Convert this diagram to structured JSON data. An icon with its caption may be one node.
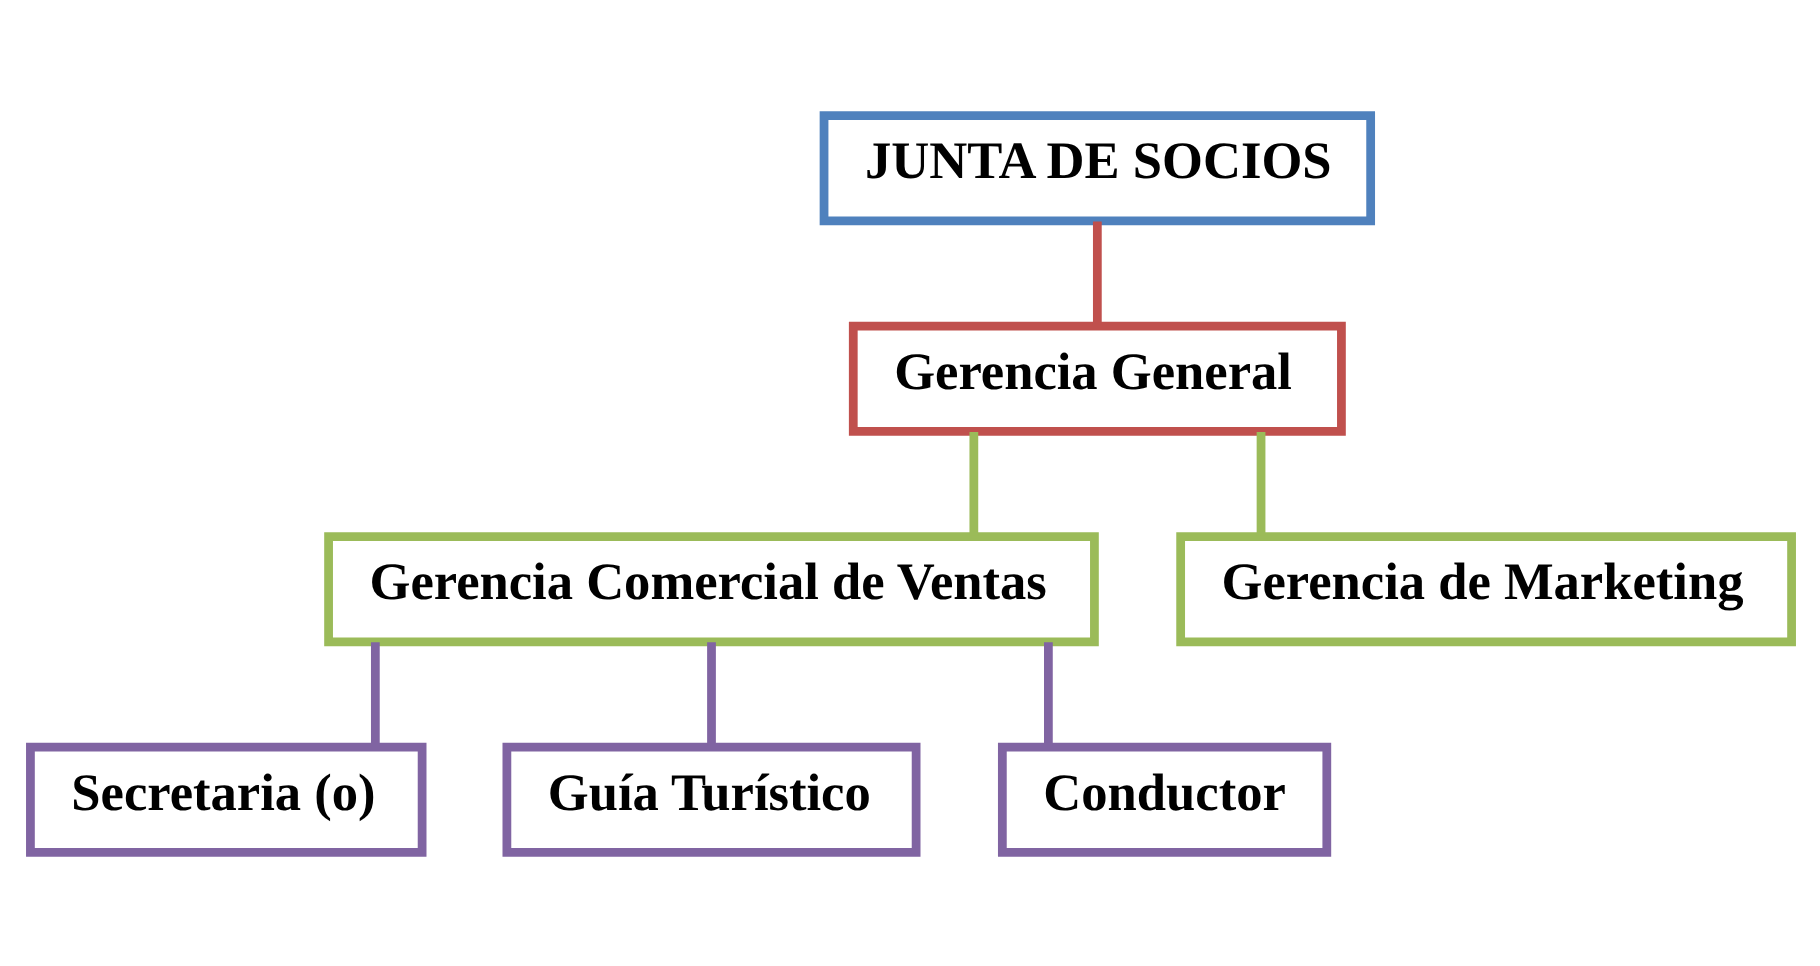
{
  "diagram": {
    "nodes": [
      {
        "text": [
          "JUNTA DE SOCIOS"
        ]
      },
      {
        "text": [
          "Gerencia General"
        ]
      },
      {
        "text": [
          "Gerencia Comercial de Ventas"
        ]
      },
      {
        "text": [
          "Gerencia de Marketing"
        ]
      },
      {
        "text": [
          "Secretaria (o)"
        ]
      },
      {
        "text": [
          "Guía Turístico"
        ]
      },
      {
        "text": [
          "Conductor"
        ]
      }
    ],
    "edges": [
      {
        "from": 0,
        "to": 1,
        "arrow": "none",
        "color": "#c0504d"
      },
      {
        "from": 1,
        "to": 2,
        "arrow": "none",
        "color": "#9bbb59"
      },
      {
        "from": 1,
        "to": 3,
        "arrow": "none",
        "color": "#9bbb59"
      },
      {
        "from": 2,
        "to": 4,
        "arrow": "none"
      },
      {
        "from": 2,
        "to": 5,
        "arrow": "none"
      },
      {
        "from": 2,
        "to": 6,
        "arrow": "none"
      }
    ]
  }
}
